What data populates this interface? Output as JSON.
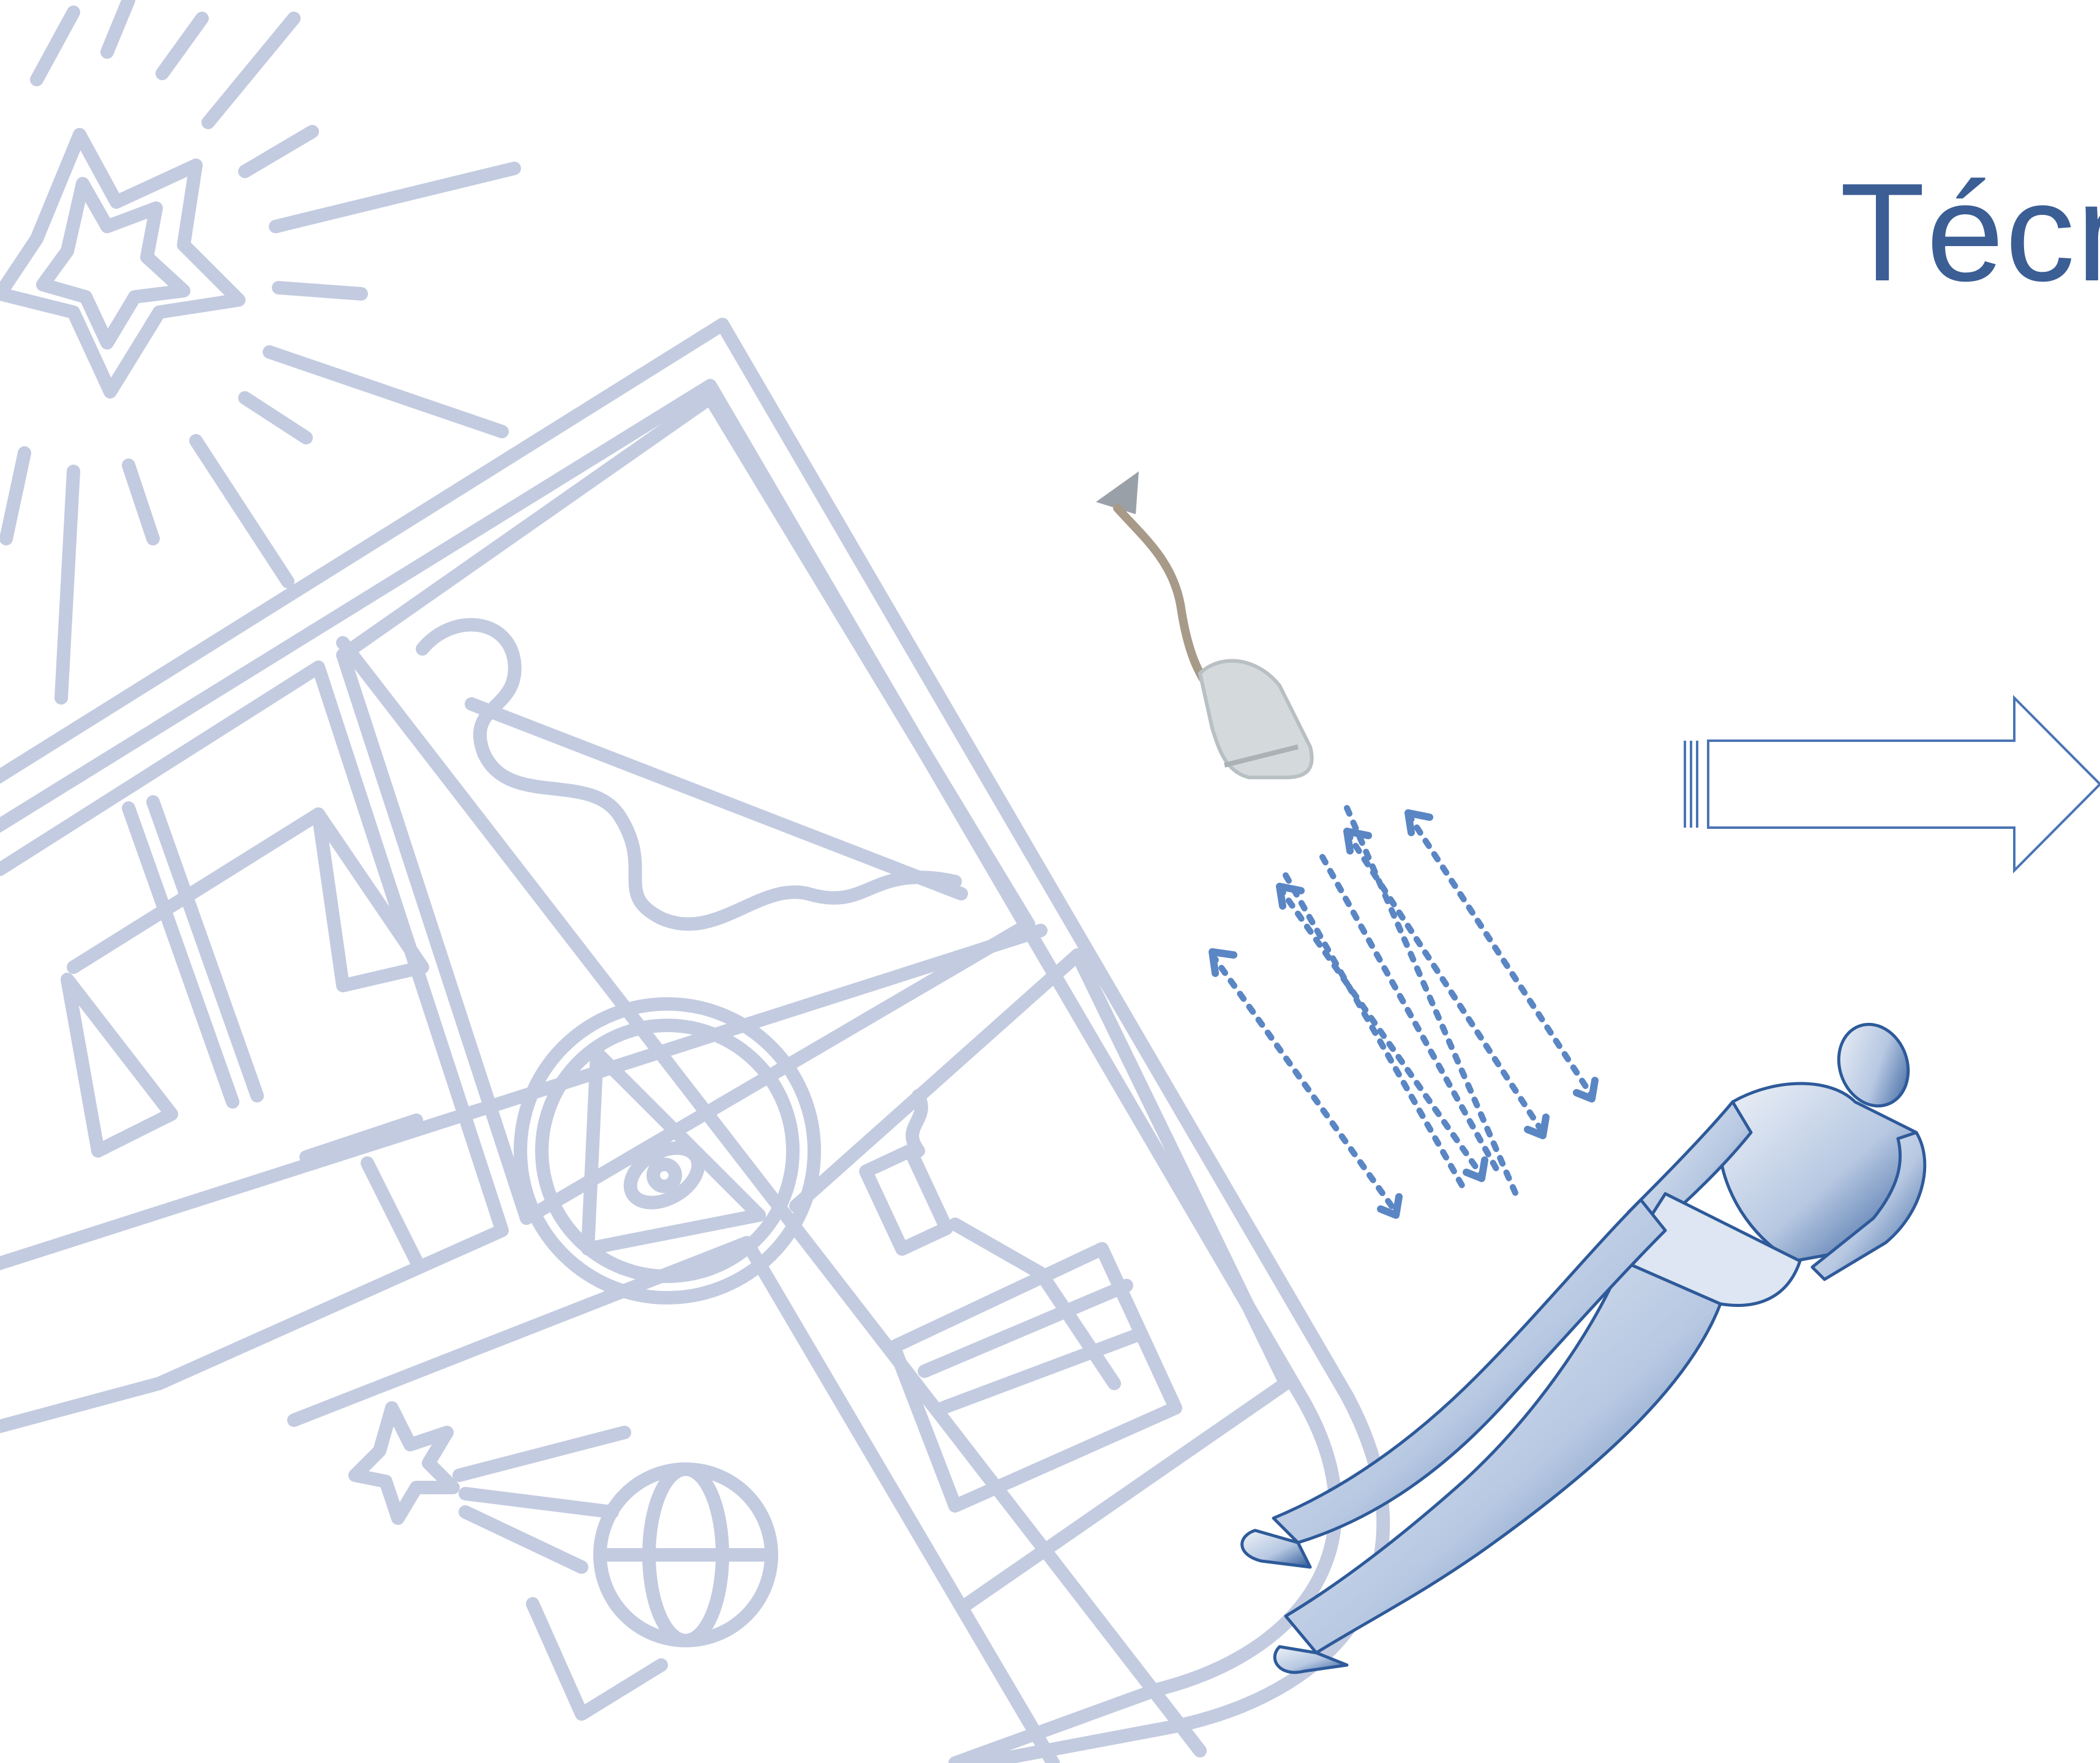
{
  "slide": {
    "title": "Técn",
    "colors": {
      "title": "#3b5e94",
      "crest": "#c3cbe0",
      "waves": "#5b86c4",
      "figure": "#2e5a9a",
      "arrow": "#4a74b4",
      "background": "#ffffff"
    },
    "icons": [
      "university-crest",
      "ultrasound-probe",
      "ultrasound-waves",
      "lying-patient-figure",
      "right-arrow"
    ]
  }
}
